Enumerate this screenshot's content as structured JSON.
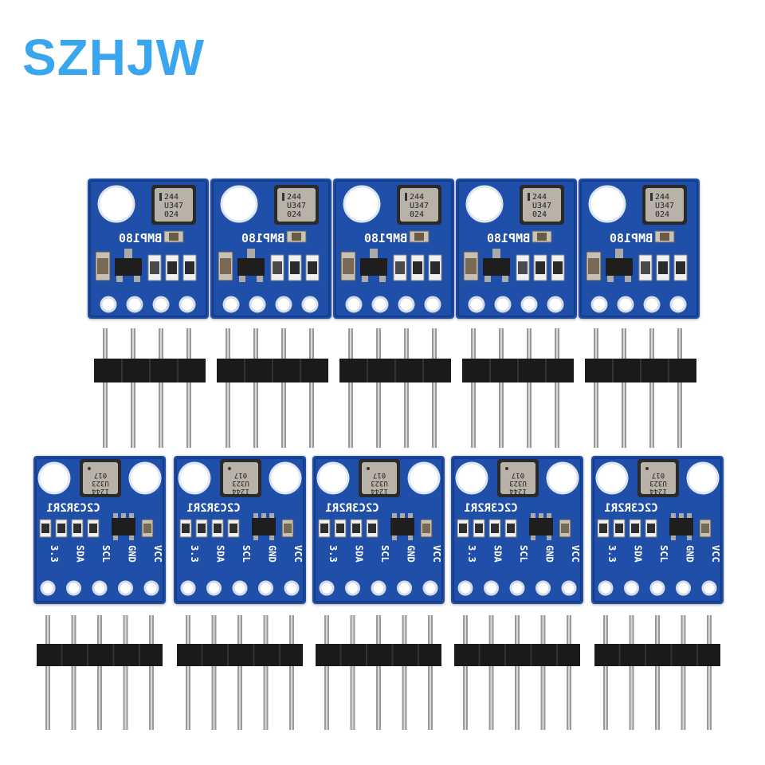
{
  "brand": {
    "text": "SZHJW",
    "color": "#3aa6ee"
  },
  "colors": {
    "pcb": "#1f4fa8",
    "pcb_dark": "#163c86",
    "silk": "#ffffff",
    "pin_black": "#1a1a1a",
    "pin_metal": "#9a9a9a",
    "chip": "#b8b2a8"
  },
  "modules_bmp180": {
    "count": 5,
    "label": "BMP180",
    "chip_text": [
      "244",
      "U347",
      "024"
    ],
    "pin_count": 4
  },
  "modules_gy": {
    "count": 5,
    "silk_code": "C2C3R2R1",
    "chip_text": [
      "I244",
      "U323",
      "017"
    ],
    "pins": [
      "3.3",
      "SDA",
      "SCL",
      "GND",
      "VCC"
    ],
    "pin_count": 5
  }
}
